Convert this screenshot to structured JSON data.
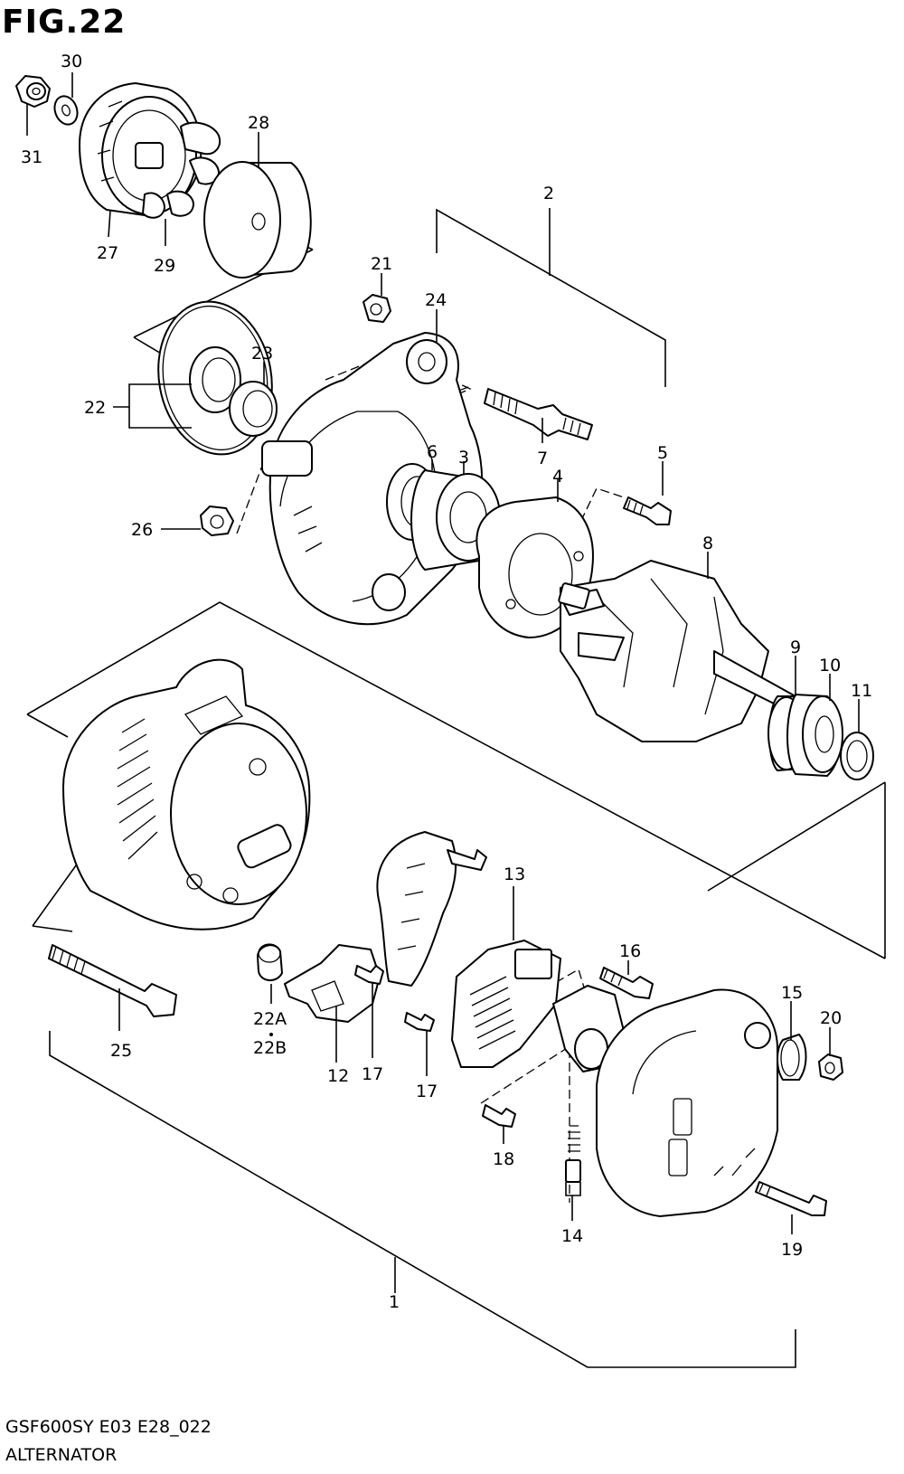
{
  "figure": {
    "title": "FIG.22"
  },
  "footer": {
    "model_code": "GSF600SY E03 E28_022",
    "name": "ALTERNATOR"
  },
  "callouts": [
    {
      "id": "c1",
      "label": "1"
    },
    {
      "id": "c2",
      "label": "2"
    },
    {
      "id": "c3",
      "label": "3"
    },
    {
      "id": "c4",
      "label": "4"
    },
    {
      "id": "c5",
      "label": "5"
    },
    {
      "id": "c6",
      "label": "6"
    },
    {
      "id": "c7",
      "label": "7"
    },
    {
      "id": "c8",
      "label": "8"
    },
    {
      "id": "c9",
      "label": "9"
    },
    {
      "id": "c10",
      "label": "10"
    },
    {
      "id": "c11",
      "label": "11"
    },
    {
      "id": "c12",
      "label": "12"
    },
    {
      "id": "c13",
      "label": "13"
    },
    {
      "id": "c14",
      "label": "14"
    },
    {
      "id": "c15",
      "label": "15"
    },
    {
      "id": "c16",
      "label": "16"
    },
    {
      "id": "c17a",
      "label": "17"
    },
    {
      "id": "c17b",
      "label": "17"
    },
    {
      "id": "c18",
      "label": "18"
    },
    {
      "id": "c19",
      "label": "19"
    },
    {
      "id": "c20",
      "label": "20"
    },
    {
      "id": "c21",
      "label": "21"
    },
    {
      "id": "c22",
      "label": "22"
    },
    {
      "id": "c22a",
      "label": "22A"
    },
    {
      "id": "c22b",
      "label": "22B"
    },
    {
      "id": "c23",
      "label": "23"
    },
    {
      "id": "c24",
      "label": "24"
    },
    {
      "id": "c25",
      "label": "25"
    },
    {
      "id": "c26",
      "label": "26"
    },
    {
      "id": "c27",
      "label": "27"
    },
    {
      "id": "c28",
      "label": "28"
    },
    {
      "id": "c29",
      "label": "29"
    },
    {
      "id": "c30",
      "label": "30"
    },
    {
      "id": "c31",
      "label": "31"
    }
  ]
}
